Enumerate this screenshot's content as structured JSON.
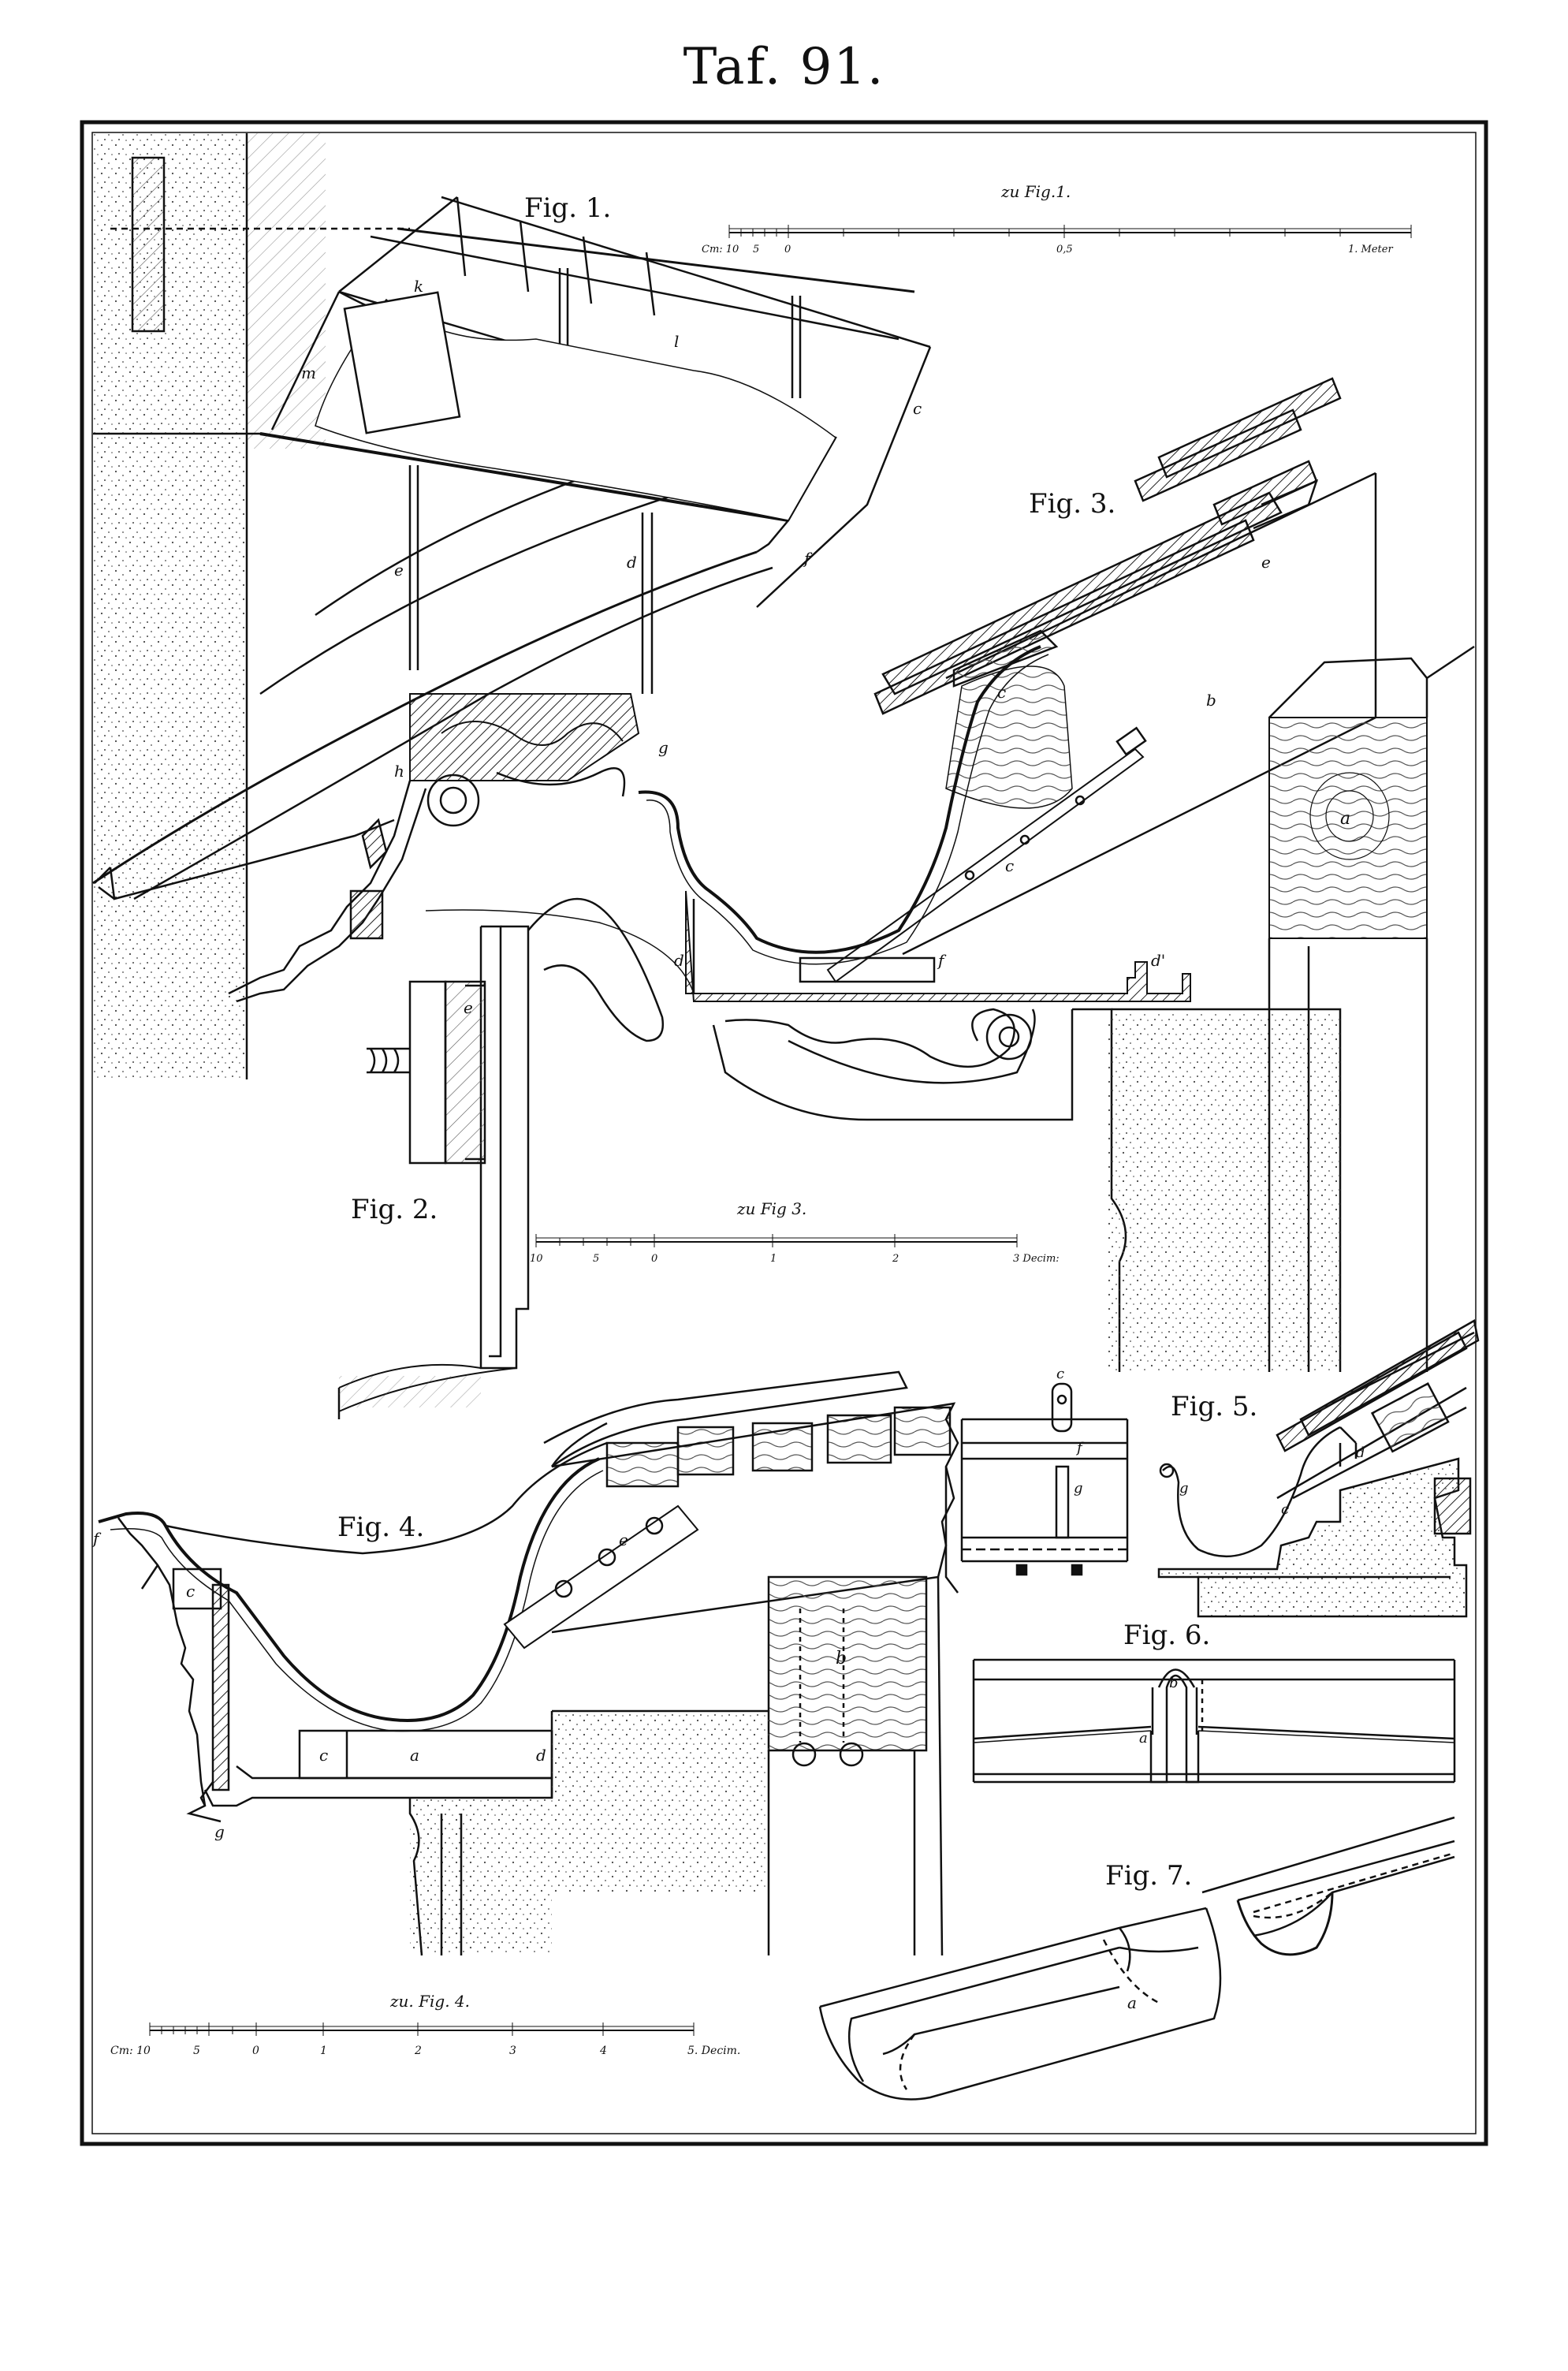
{
  "plate": {
    "title": "Taf. 91."
  },
  "figures": {
    "fig1": "Fig. 1.",
    "fig2": "Fig. 2.",
    "fig3": "Fig. 3.",
    "fig4": "Fig. 4.",
    "fig5": "Fig. 5.",
    "fig6": "Fig. 6.",
    "fig7": "Fig. 7."
  },
  "scales": {
    "scale1": {
      "caption": "zu Fig.1.",
      "ticks": [
        "Cm: 10",
        "5",
        "0",
        "0,5",
        "1. Meter"
      ]
    },
    "scale3": {
      "caption": "zu Fig 3.",
      "ticks": [
        "10",
        "5",
        "0",
        "1",
        "2",
        "3 Decim:"
      ]
    },
    "scale4": {
      "caption": "zu. Fig. 4.",
      "ticks": [
        "Cm: 10",
        "5",
        "0",
        "1",
        "2",
        "3",
        "4",
        "5. Decim."
      ]
    }
  },
  "letters": {
    "f1_k": "k",
    "f1_m": "m",
    "f1_l": "l",
    "f1_c": "c",
    "f1_e": "e",
    "f1_d": "d",
    "f1_f": "f",
    "f1_g": "g",
    "f1_h": "h",
    "f2_e": "e",
    "f3_e": "e",
    "f3_b": "b",
    "f3_c": "c",
    "f3_a": "a",
    "f3_c2": "c",
    "f3_d": "d",
    "f3_f": "f",
    "f3_d2": "d'",
    "f4_f": "f",
    "f4_c": "c",
    "f4_e": "e",
    "f4_b": "b",
    "f4_c2": "c",
    "f4_a": "a",
    "f4_d": "d",
    "f4_g": "g",
    "f5_c": "c",
    "f5_f": "f",
    "f5_g": "g",
    "f5_g2": "g",
    "f5_c2": "c",
    "f5_d": "d",
    "f6_b": "b",
    "f6_a": "a",
    "f7_a": "a"
  }
}
